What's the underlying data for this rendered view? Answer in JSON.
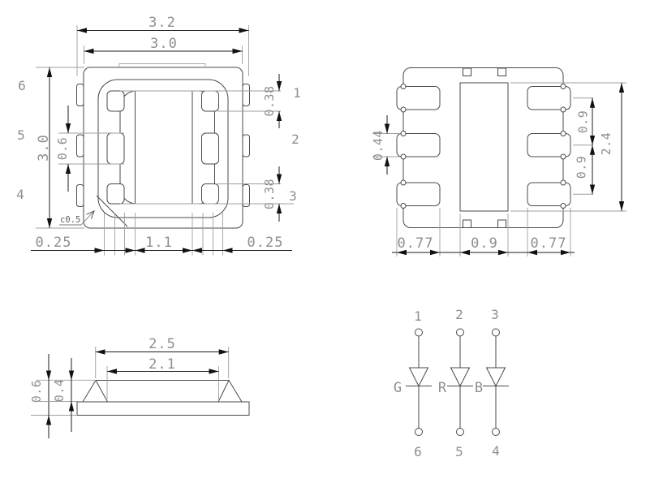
{
  "top_view": {
    "pin_left_top": "6",
    "pin_left_mid": "5",
    "pin_left_bottom": "4",
    "pin_right_top": "1",
    "pin_right_mid": "2",
    "pin_right_bottom": "3",
    "dim_overall_width": "3.2",
    "dim_body_width": "3.0",
    "dim_body_height": "3.0",
    "dim_pad_mid_height": "0.6",
    "dim_pad_top_height": "0.38",
    "dim_pad_bottom_height": "0.38",
    "dim_edge_left": "0.25",
    "dim_center_width": "1.1",
    "dim_edge_right": "0.25",
    "chamfer_label": "c0.5"
  },
  "bottom_view": {
    "dim_pad_height": "0.44",
    "dim_pitch_upper": "0.9",
    "dim_pitch_lower": "0.9",
    "dim_pad_span": "2.4",
    "dim_col_left": "0.77",
    "dim_col_center": "0.9",
    "dim_col_right": "0.77"
  },
  "side_view": {
    "dim_lens_width": "2.5",
    "dim_flat_width": "2.1",
    "dim_total_height": "0.6",
    "dim_lens_height": "0.4"
  },
  "schematic": {
    "diodes": [
      {
        "label": "G",
        "pin_top": "1",
        "pin_bottom": "6"
      },
      {
        "label": "R",
        "pin_top": "2",
        "pin_bottom": "5"
      },
      {
        "label": "B",
        "pin_top": "3",
        "pin_bottom": "4"
      }
    ]
  }
}
